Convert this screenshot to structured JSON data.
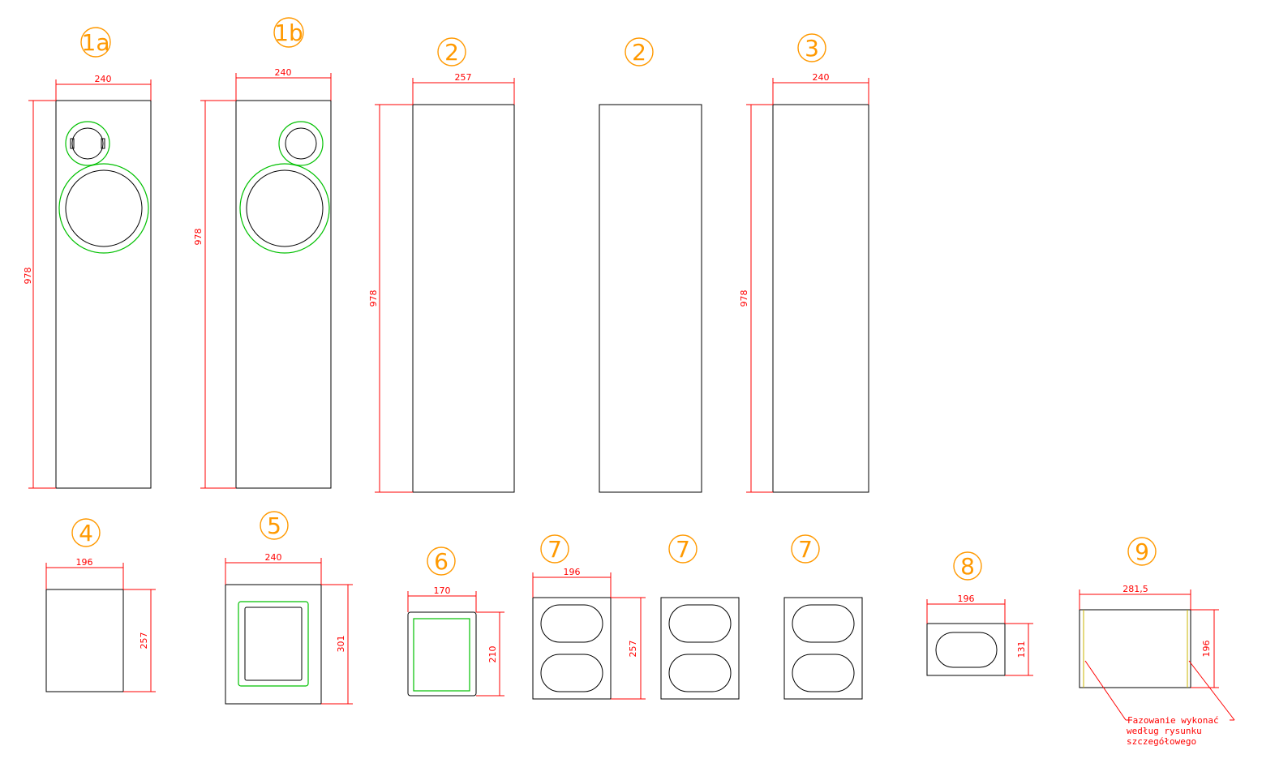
{
  "colors": {
    "panel_outline": "#000000",
    "cutout_outer": "#00c000",
    "dimension": "#ff0000",
    "part_label": "#ff9900",
    "chamfer_line": "#c8b400"
  },
  "parts": {
    "p1a": {
      "label": "1a",
      "width": "240",
      "height": "978"
    },
    "p1b": {
      "label": "1b",
      "width": "240",
      "height": "978"
    },
    "p2": {
      "label": "2",
      "width": "257",
      "height": "978"
    },
    "p2b": {
      "label": "2"
    },
    "p3": {
      "label": "3",
      "width": "240",
      "height": "978"
    },
    "p4": {
      "label": "4",
      "width": "196",
      "height": "257"
    },
    "p5": {
      "label": "5",
      "width": "240",
      "height": "301"
    },
    "p6": {
      "label": "6",
      "width": "170",
      "height": "210"
    },
    "p7": {
      "label": "7",
      "width": "196",
      "height": "257"
    },
    "p7b": {
      "label": "7"
    },
    "p7c": {
      "label": "7"
    },
    "p8": {
      "label": "8",
      "width": "196",
      "height": "131"
    },
    "p9": {
      "label": "9",
      "width": "281,5",
      "height": "196"
    }
  },
  "note": {
    "line1": "Fazowanie wykonać",
    "line2": "według rysunku",
    "line3": "szczegółowego"
  }
}
